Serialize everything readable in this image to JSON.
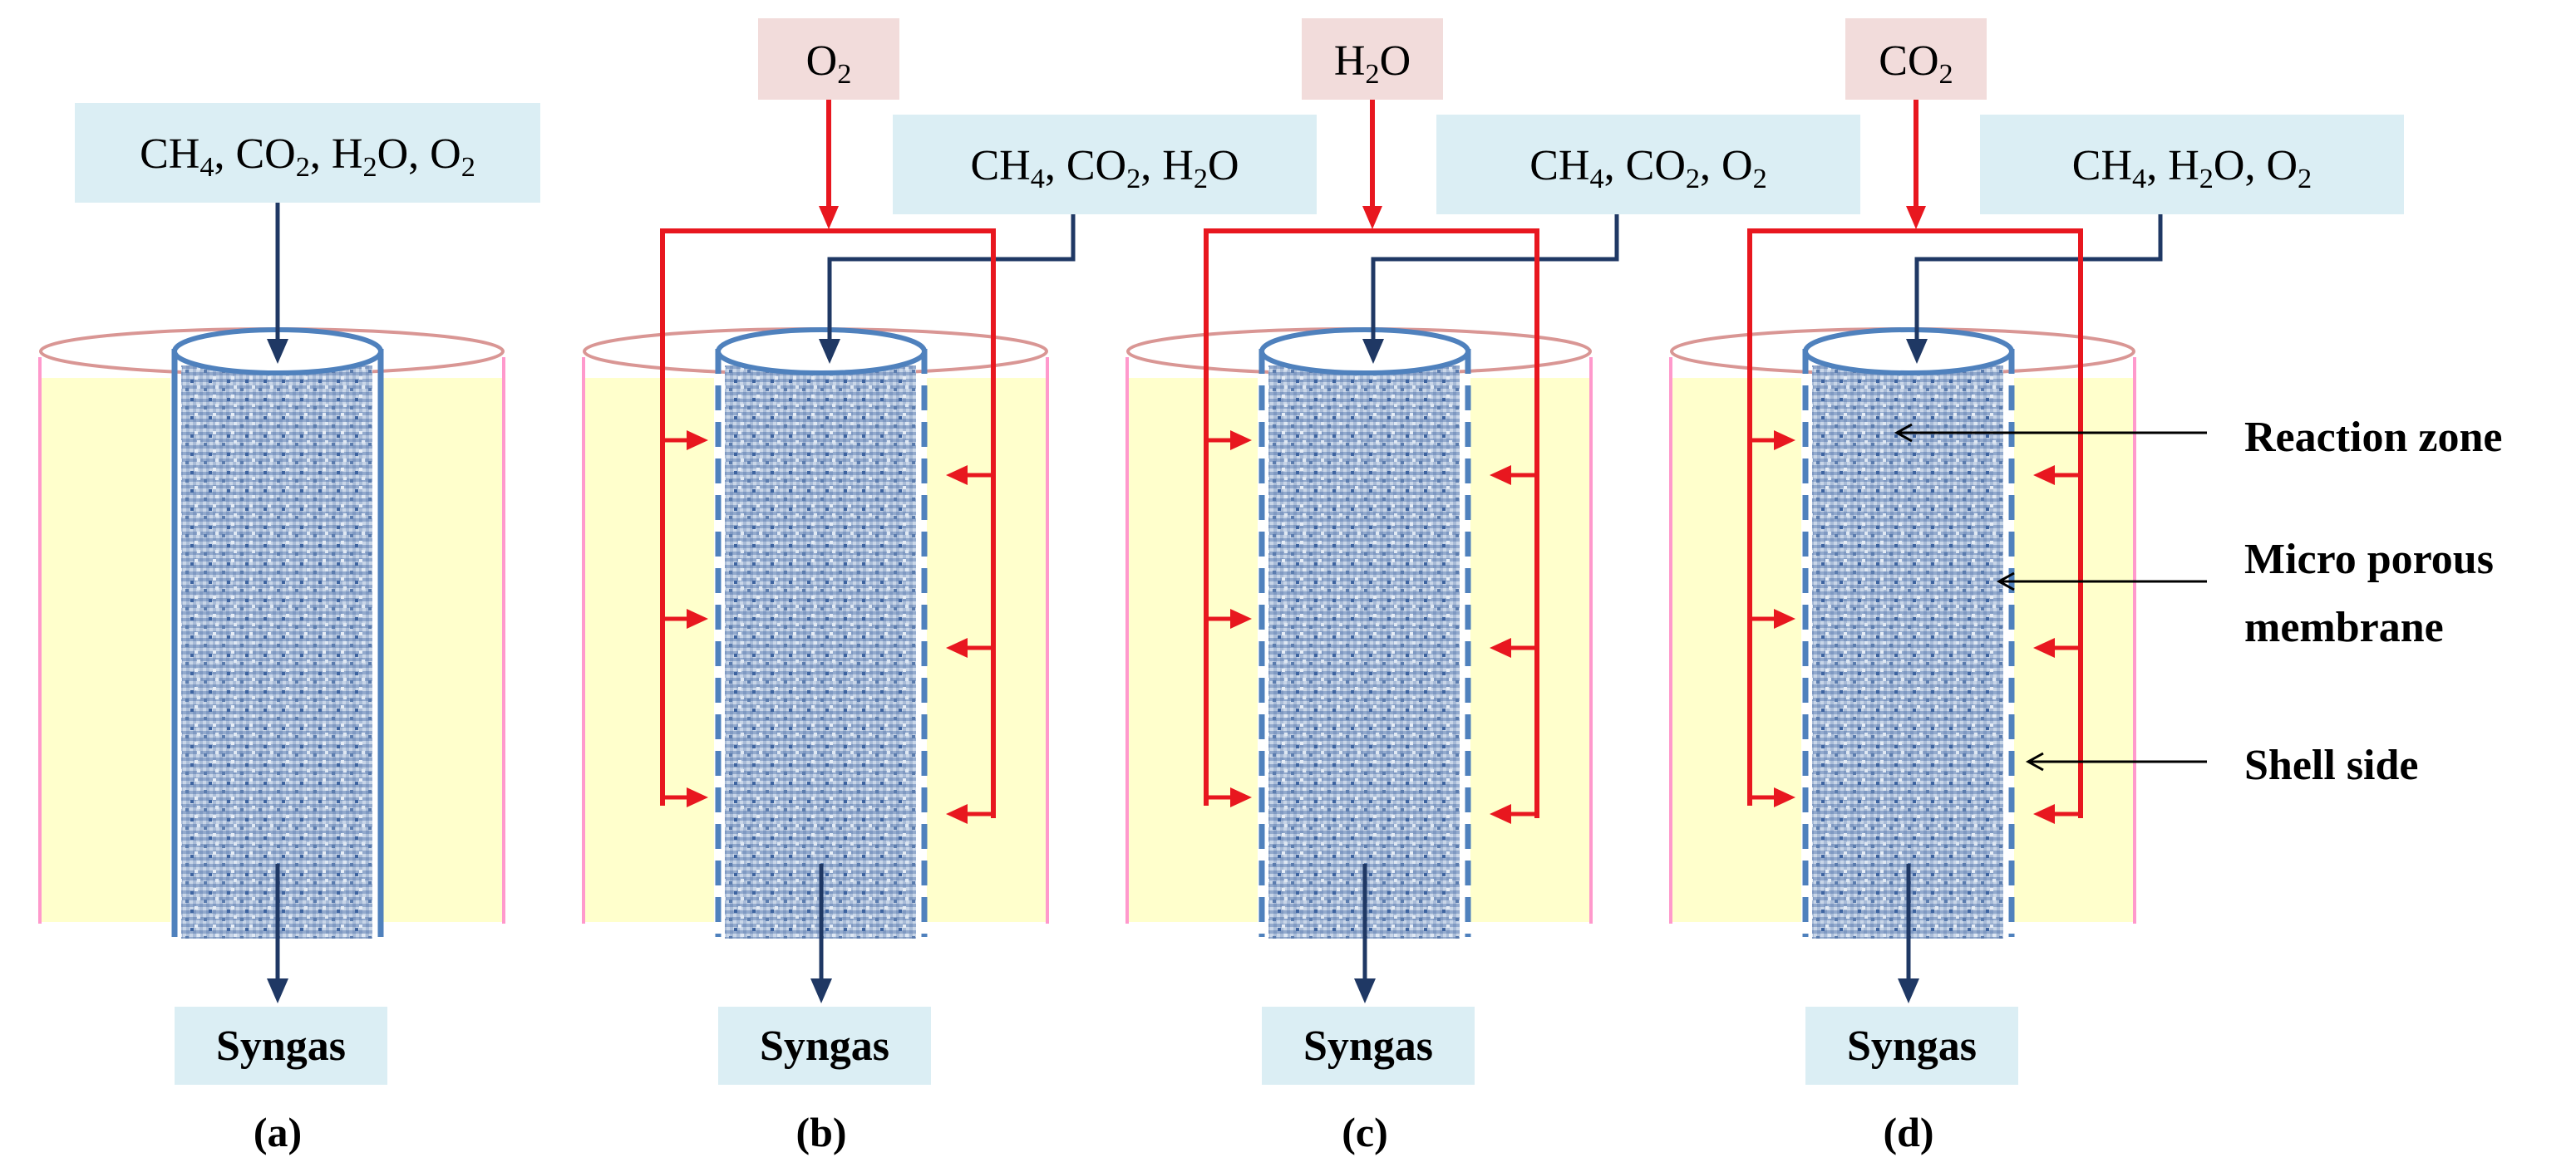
{
  "panels": [
    {
      "id": "a",
      "feed_parts": [
        [
          "CH",
          ""
        ],
        [
          "4",
          ""
        ],
        [
          ", CO",
          ""
        ],
        [
          "2",
          ""
        ],
        [
          ", H",
          ""
        ],
        [
          "2",
          ""
        ],
        [
          "O, O",
          ""
        ],
        [
          "2",
          ""
        ]
      ],
      "feed_label": [
        {
          "t": "CH",
          "sub": false
        },
        {
          "t": "4",
          "sub": true
        },
        {
          "t": ", CO",
          "sub": false
        },
        {
          "t": "2",
          "sub": true
        },
        {
          "t": ", H",
          "sub": false
        },
        {
          "t": "2",
          "sub": true
        },
        {
          "t": "O, O",
          "sub": false
        },
        {
          "t": "2",
          "sub": true
        }
      ],
      "side_feed": null,
      "membrane": "solid",
      "outlet": "Syngas",
      "caption": "(a)"
    },
    {
      "id": "b",
      "feed_label": [
        {
          "t": "CH",
          "sub": false
        },
        {
          "t": "4",
          "sub": true
        },
        {
          "t": ", CO",
          "sub": false
        },
        {
          "t": "2",
          "sub": true
        },
        {
          "t": ", H",
          "sub": false
        },
        {
          "t": "2",
          "sub": true
        },
        {
          "t": "O",
          "sub": false
        }
      ],
      "side_feed": [
        {
          "t": "O",
          "sub": false
        },
        {
          "t": "2",
          "sub": true
        }
      ],
      "membrane": "porous",
      "outlet": "Syngas",
      "caption": "(b)"
    },
    {
      "id": "c",
      "feed_label": [
        {
          "t": "CH",
          "sub": false
        },
        {
          "t": "4",
          "sub": true
        },
        {
          "t": ", CO",
          "sub": false
        },
        {
          "t": "2",
          "sub": true
        },
        {
          "t": ", O",
          "sub": false
        },
        {
          "t": "2",
          "sub": true
        }
      ],
      "side_feed": [
        {
          "t": "H",
          "sub": false
        },
        {
          "t": "2",
          "sub": true
        },
        {
          "t": "O",
          "sub": false
        }
      ],
      "membrane": "porous",
      "outlet": "Syngas",
      "caption": "(c)"
    },
    {
      "id": "d",
      "feed_label": [
        {
          "t": "CH",
          "sub": false
        },
        {
          "t": "4",
          "sub": true
        },
        {
          "t": ", H",
          "sub": false
        },
        {
          "t": "2",
          "sub": true
        },
        {
          "t": "O, O",
          "sub": false
        },
        {
          "t": "2",
          "sub": true
        }
      ],
      "side_feed": [
        {
          "t": "CO",
          "sub": false
        },
        {
          "t": "2",
          "sub": true
        }
      ],
      "membrane": "porous",
      "outlet": "Syngas",
      "caption": "(d)"
    }
  ],
  "annotations": {
    "reaction_zone": "Reaction zone",
    "membrane_line1": "Micro porous",
    "membrane_line2": "membrane",
    "shell_side": "Shell side"
  },
  "colors": {
    "label_box": "#dbeef4",
    "side_feed_box": "#f2dcdb",
    "shell_fill": "#ffffcc",
    "shell_wall": "#ff99cc",
    "shell_top": "#d99694",
    "membrane": "#4f81bd",
    "red_arrow": "#e8171f",
    "dark_arrow": "#1f3864",
    "bed": "#9fb4d3"
  }
}
